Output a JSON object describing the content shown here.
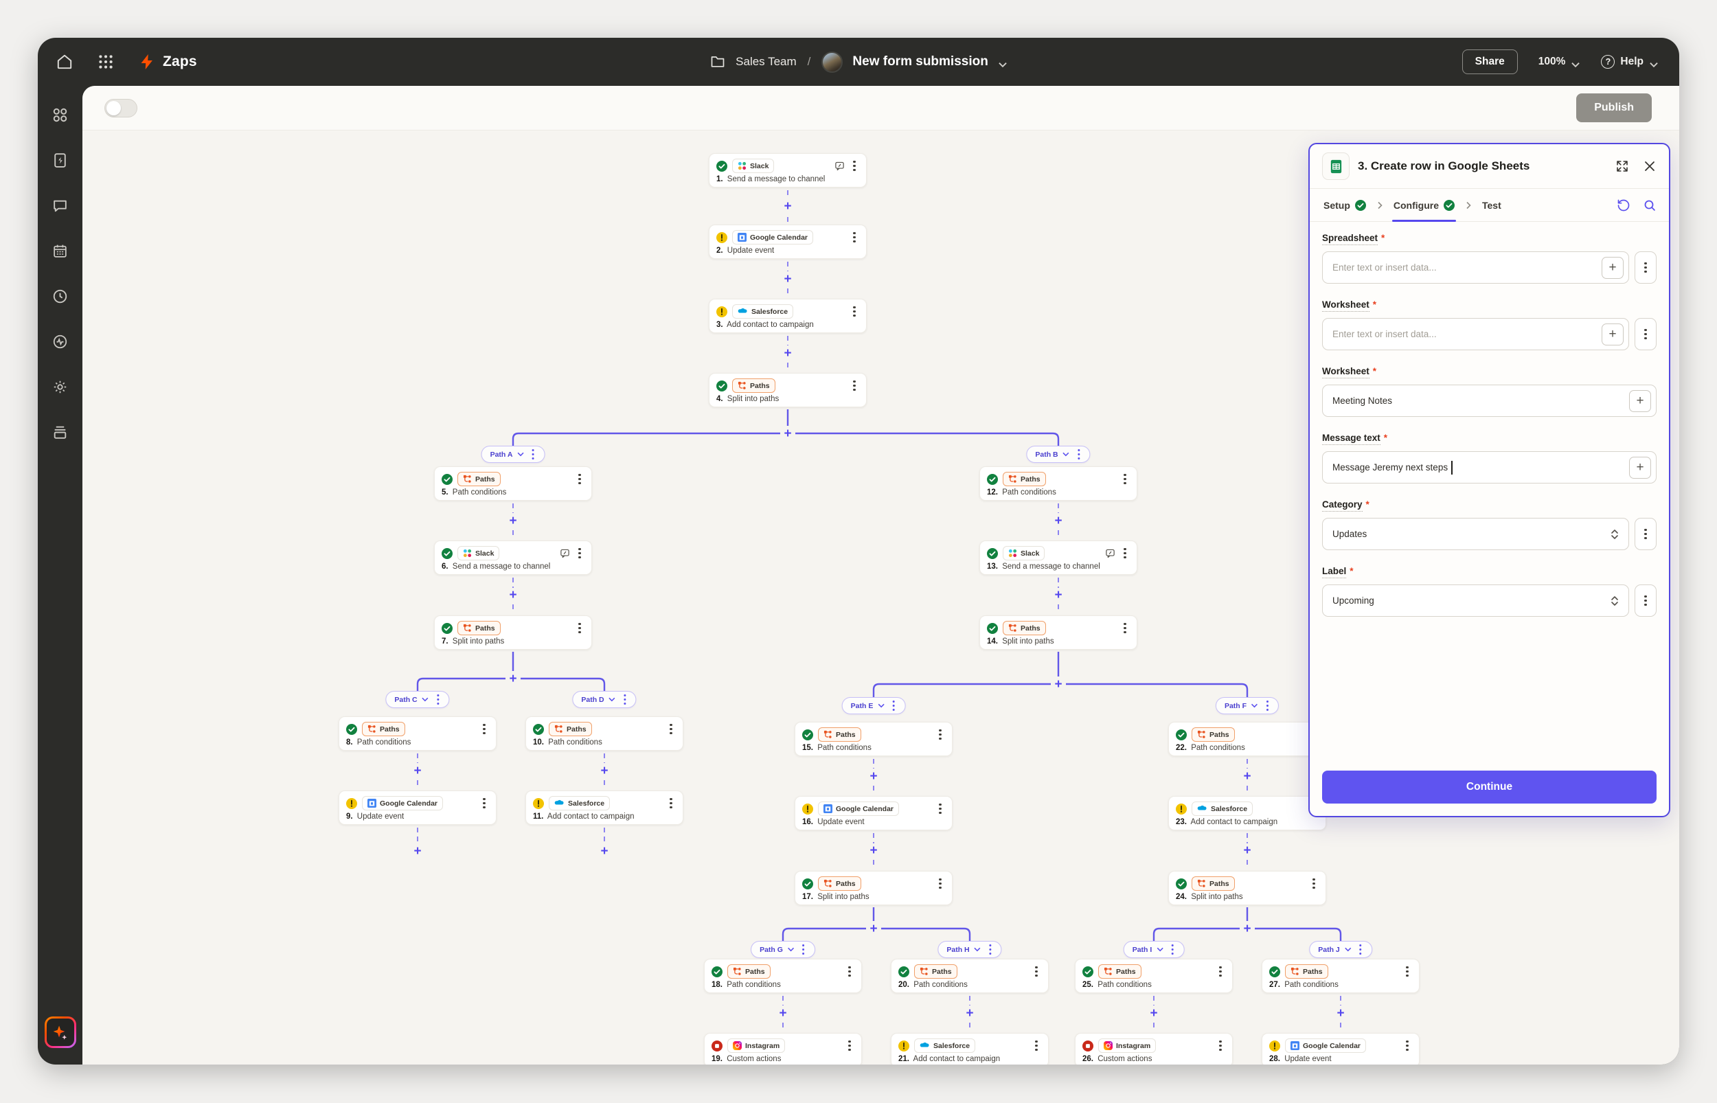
{
  "topbar": {
    "product": "Zaps",
    "breadcrumb": {
      "folder": "Sales Team",
      "separator": "/",
      "zap_name": "New form submission"
    },
    "share_label": "Share",
    "zoom_level": "100%",
    "help_label": "Help"
  },
  "toolbar": {
    "publish_label": "Publish"
  },
  "sidebar": {
    "icons": [
      "shapes-icon",
      "file-bolt-icon",
      "chat-icon",
      "calendar-icon",
      "clock-icon",
      "pulse-icon",
      "gear-icon",
      "tray-stack-icon"
    ]
  },
  "canvas": {
    "paths": [
      {
        "id": "A",
        "label": "Path A"
      },
      {
        "id": "B",
        "label": "Path B"
      },
      {
        "id": "C",
        "label": "Path C"
      },
      {
        "id": "D",
        "label": "Path D"
      },
      {
        "id": "E",
        "label": "Path E"
      },
      {
        "id": "F",
        "label": "Path F"
      },
      {
        "id": "G",
        "label": "Path G"
      },
      {
        "id": "H",
        "label": "Path H"
      },
      {
        "id": "I",
        "label": "Path I"
      },
      {
        "id": "J",
        "label": "Path J"
      }
    ],
    "nodes": [
      {
        "id": 1,
        "num": "1.",
        "title": "Send a message to channel",
        "app": "Slack",
        "status": "success",
        "note": true
      },
      {
        "id": 2,
        "num": "2.",
        "title": "Update event",
        "app": "Google Calendar",
        "status": "warning",
        "note": false
      },
      {
        "id": 3,
        "num": "3.",
        "title": "Add contact to campaign",
        "app": "Salesforce",
        "status": "warning",
        "note": false
      },
      {
        "id": 4,
        "num": "4.",
        "title": "Split into paths",
        "app": "Paths",
        "status": "success",
        "note": false
      },
      {
        "id": 5,
        "num": "5.",
        "title": "Path conditions",
        "app": "Paths",
        "status": "success",
        "note": false
      },
      {
        "id": 6,
        "num": "6.",
        "title": "Send a message to channel",
        "app": "Slack",
        "status": "success",
        "note": true
      },
      {
        "id": 7,
        "num": "7.",
        "title": "Split into paths",
        "app": "Paths",
        "status": "success",
        "note": false
      },
      {
        "id": 8,
        "num": "8.",
        "title": "Path conditions",
        "app": "Paths",
        "status": "success",
        "note": false
      },
      {
        "id": 9,
        "num": "9.",
        "title": "Update event",
        "app": "Google Calendar",
        "status": "warning",
        "note": false
      },
      {
        "id": 10,
        "num": "10.",
        "title": "Path conditions",
        "app": "Paths",
        "status": "success",
        "note": false
      },
      {
        "id": 11,
        "num": "11.",
        "title": "Add contact to campaign",
        "app": "Salesforce",
        "status": "warning",
        "note": false
      },
      {
        "id": 12,
        "num": "12.",
        "title": "Path conditions",
        "app": "Paths",
        "status": "success",
        "note": false
      },
      {
        "id": 13,
        "num": "13.",
        "title": "Send a message to channel",
        "app": "Slack",
        "status": "success",
        "note": true
      },
      {
        "id": 14,
        "num": "14.",
        "title": "Split into paths",
        "app": "Paths",
        "status": "success",
        "note": false
      },
      {
        "id": 15,
        "num": "15.",
        "title": "Path conditions",
        "app": "Paths",
        "status": "success",
        "note": false
      },
      {
        "id": 16,
        "num": "16.",
        "title": "Update event",
        "app": "Google Calendar",
        "status": "warning",
        "note": false
      },
      {
        "id": 17,
        "num": "17.",
        "title": "Split into paths",
        "app": "Paths",
        "status": "success",
        "note": false
      },
      {
        "id": 18,
        "num": "18.",
        "title": "Path conditions",
        "app": "Paths",
        "status": "success",
        "note": false
      },
      {
        "id": 19,
        "num": "19.",
        "title": "Custom actions",
        "app": "Instagram",
        "status": "error",
        "note": false
      },
      {
        "id": 20,
        "num": "20.",
        "title": "Path conditions",
        "app": "Paths",
        "status": "success",
        "note": false
      },
      {
        "id": 21,
        "num": "21.",
        "title": "Add contact to campaign",
        "app": "Salesforce",
        "status": "warning",
        "note": false
      },
      {
        "id": 22,
        "num": "22.",
        "title": "Path conditions",
        "app": "Paths",
        "status": "success",
        "note": false
      },
      {
        "id": 23,
        "num": "23.",
        "title": "Add contact to campaign",
        "app": "Salesforce",
        "status": "warning",
        "note": false
      },
      {
        "id": 24,
        "num": "24.",
        "title": "Split into paths",
        "app": "Paths",
        "status": "success",
        "note": false
      },
      {
        "id": 25,
        "num": "25.",
        "title": "Path conditions",
        "app": "Paths",
        "status": "success",
        "note": false
      },
      {
        "id": 26,
        "num": "26.",
        "title": "Custom actions",
        "app": "Instagram",
        "status": "error",
        "note": false
      },
      {
        "id": 27,
        "num": "27.",
        "title": "Path conditions",
        "app": "Paths",
        "status": "success",
        "note": false
      },
      {
        "id": 28,
        "num": "28.",
        "title": "Update event",
        "app": "Google Calendar",
        "status": "warning",
        "note": false
      }
    ]
  },
  "panel": {
    "step_title": "3. Create row in Google Sheets",
    "app": "Google Sheets",
    "tabs": [
      {
        "label": "Setup",
        "done": true,
        "active": false
      },
      {
        "label": "Configure",
        "done": true,
        "active": true
      },
      {
        "label": "Test",
        "done": false,
        "active": false
      }
    ],
    "fields": [
      {
        "label": "Spreadsheet",
        "required": true,
        "type": "text",
        "value": "",
        "placeholder": "Enter text or insert data...",
        "plus": true,
        "kebab": true,
        "cursor": false
      },
      {
        "label": "Worksheet",
        "required": true,
        "type": "text",
        "value": "",
        "placeholder": "Enter text or insert data...",
        "plus": true,
        "kebab": true,
        "cursor": false
      },
      {
        "label": "Worksheet",
        "required": true,
        "type": "text",
        "value": "Meeting Notes",
        "placeholder": "",
        "plus": true,
        "kebab": false,
        "cursor": false
      },
      {
        "label": "Message text",
        "required": true,
        "type": "text",
        "value": "Message Jeremy next steps",
        "placeholder": "",
        "plus": true,
        "kebab": false,
        "cursor": true
      },
      {
        "label": "Category",
        "required": true,
        "type": "select",
        "value": "Updates",
        "placeholder": "",
        "plus": false,
        "kebab": true,
        "cursor": false
      },
      {
        "label": "Label",
        "required": true,
        "type": "select",
        "value": "Upcoming",
        "placeholder": "",
        "plus": false,
        "kebab": true,
        "cursor": false
      }
    ],
    "continue_label": "Continue"
  },
  "colors": {
    "accent_purple": "#5648ee",
    "wire_purple": "#6257e8",
    "zapier_orange": "#ff4f00",
    "success_green": "#11813f",
    "warning_yellow": "#f2c300",
    "error_red": "#c9291a",
    "canvas_bg": "#f6f4f0",
    "topbar_bg": "#2c2c29"
  }
}
